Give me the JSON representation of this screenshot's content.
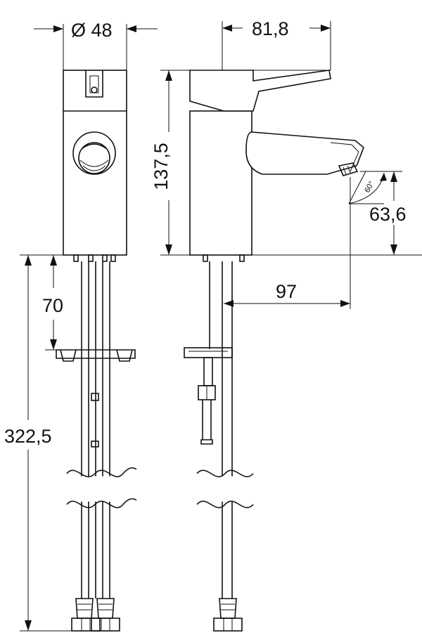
{
  "drawing": {
    "front_view": {
      "diameter_label": "Ø 48"
    },
    "side_view": {
      "width_label": "81,8",
      "height_label": "137,5",
      "spout_height_label": "63,6",
      "spout_reach_label": "97",
      "angle_label": "60°"
    },
    "hoses": {
      "mount_depth_label": "70",
      "hose_length_label": "322,5"
    }
  }
}
